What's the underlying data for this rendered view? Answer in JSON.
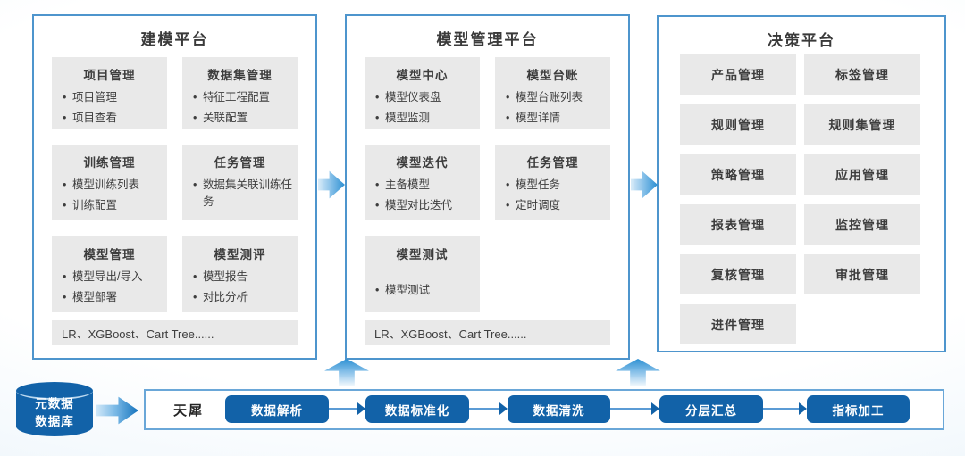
{
  "panels": [
    {
      "title": "建模平台",
      "boxes": [
        {
          "title": "项目管理",
          "items": [
            "项目管理",
            "项目查看"
          ]
        },
        {
          "title": "数据集管理",
          "items": [
            "特征工程配置",
            "关联配置"
          ]
        },
        {
          "title": "训练管理",
          "items": [
            "模型训练列表",
            "训练配置"
          ]
        },
        {
          "title": "任务管理",
          "items": [
            "数据集关联训练任务"
          ]
        },
        {
          "title": "模型管理",
          "items": [
            "模型导出/导入",
            "模型部署"
          ]
        },
        {
          "title": "模型测评",
          "items": [
            "模型报告",
            "对比分析"
          ]
        }
      ],
      "footer": "LR、XGBoost、Cart Tree......"
    },
    {
      "title": "模型管理平台",
      "boxes": [
        {
          "title": "模型中心",
          "items": [
            "模型仪表盘",
            "模型监测"
          ]
        },
        {
          "title": "模型台账",
          "items": [
            "模型台账列表",
            "模型详情"
          ]
        },
        {
          "title": "模型迭代",
          "items": [
            "主备模型",
            "模型对比迭代"
          ]
        },
        {
          "title": "任务管理",
          "items": [
            "模型任务",
            "定时调度"
          ]
        },
        {
          "title": "模型测试",
          "items": [
            "模型测试"
          ]
        }
      ],
      "footer": "LR、XGBoost、Cart Tree......"
    },
    {
      "title": "决策平台",
      "items": [
        "产品管理",
        "标签管理",
        "规则管理",
        "规则集管理",
        "策略管理",
        "应用管理",
        "报表管理",
        "监控管理",
        "复核管理",
        "审批管理",
        "进件管理"
      ]
    }
  ],
  "pipeline": {
    "database": {
      "line1": "元数据",
      "line2": "数据库"
    },
    "engine": "天犀",
    "steps": [
      "数据解析",
      "数据标准化",
      "数据清洗",
      "分层汇总",
      "指标加工"
    ]
  },
  "colors": {
    "brand_blue": "#1262a8",
    "panel_border_blue": "#4e95cd",
    "arrow_blue": "#2b8fd2",
    "module_gray": "#e9e9e9",
    "text_dark": "#3d3d3d"
  }
}
